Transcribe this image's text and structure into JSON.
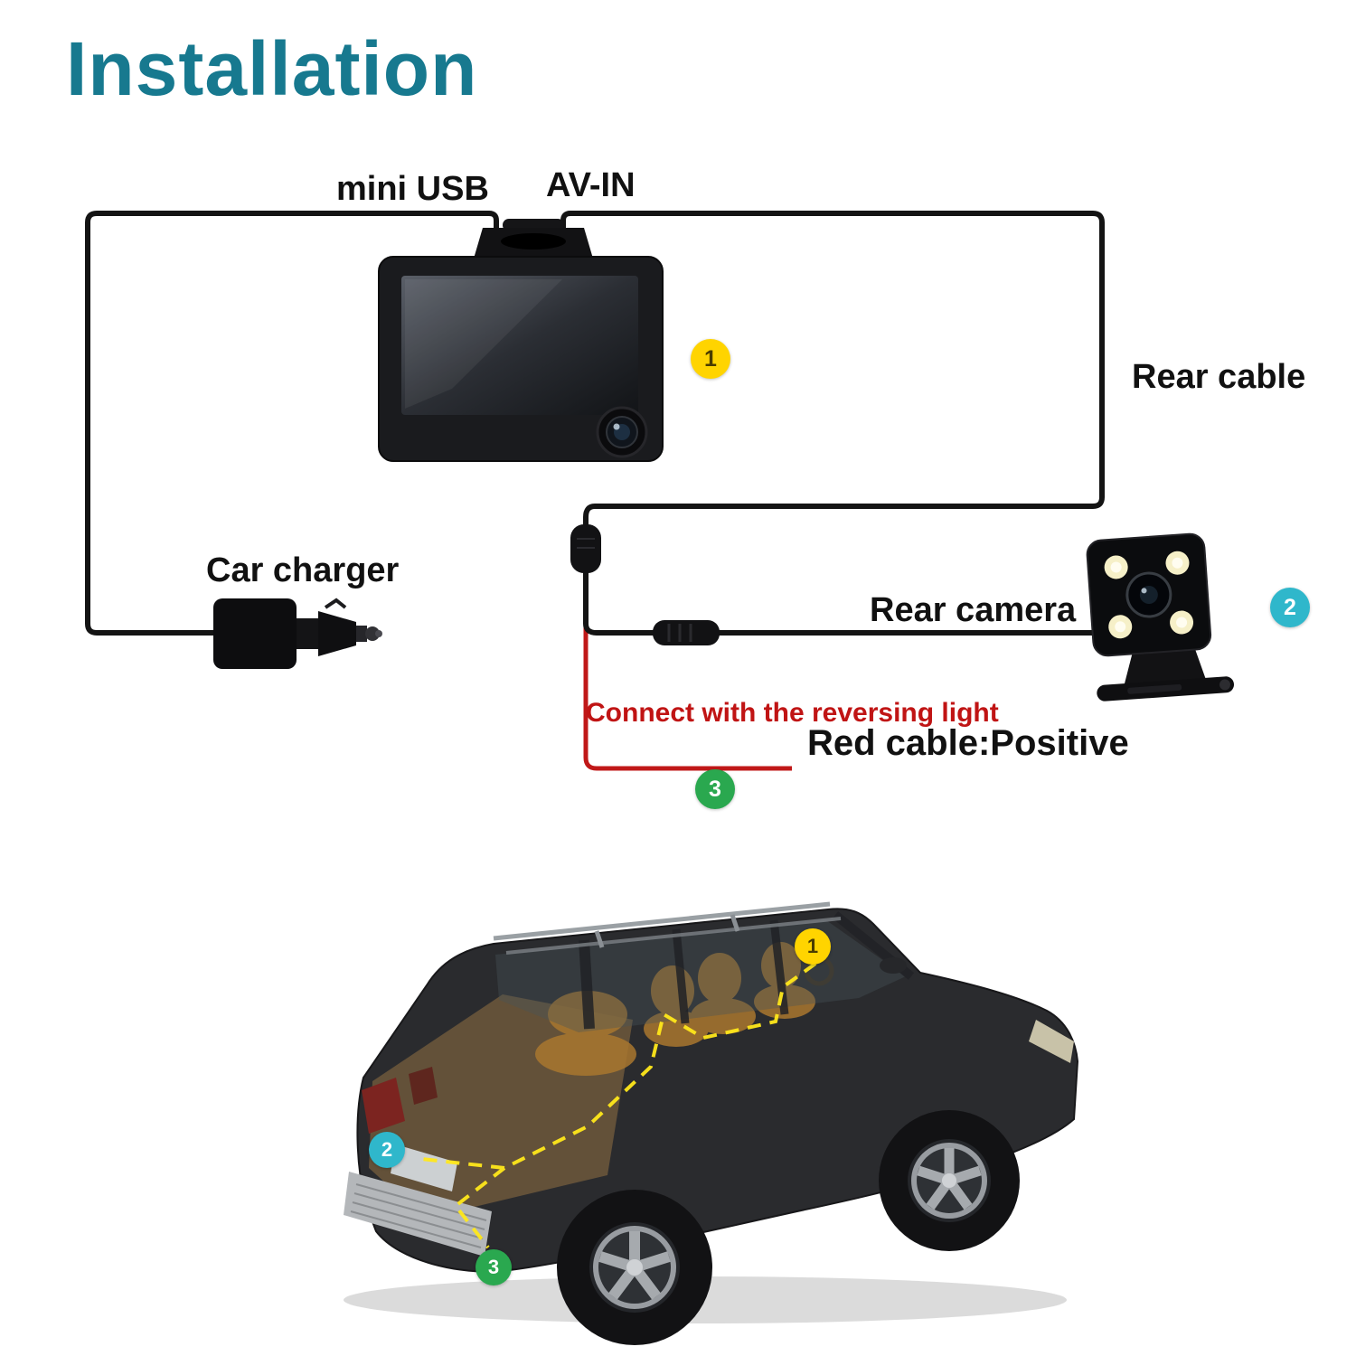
{
  "title": "Installation",
  "colors": {
    "title": "#17798f",
    "label_text": "#111111",
    "wire": "#141414",
    "red_wire": "#c01818",
    "note_red": "#c01414",
    "marker_1": "#ffd400",
    "marker_2": "#2fb7cb",
    "marker_3": "#2aa84f",
    "dashed_route": "#ffe81a"
  },
  "labels": {
    "mini_usb": "mini USB",
    "av_in": "AV-IN",
    "rear_cable": "Rear cable",
    "car_charger": "Car charger",
    "rear_camera": "Rear camera",
    "reversing_note": "Connect with the reversing light",
    "red_cable": "Red cable:Positive"
  },
  "markers": {
    "diagram": [
      {
        "id": "dashcam",
        "number": "1"
      },
      {
        "id": "rear-camera",
        "number": "2"
      },
      {
        "id": "reversing-light",
        "number": "3"
      }
    ],
    "car": [
      {
        "id": "dashcam-position",
        "number": "1"
      },
      {
        "id": "rear-camera-position",
        "number": "2"
      },
      {
        "id": "reversing-light-position",
        "number": "3"
      }
    ]
  }
}
